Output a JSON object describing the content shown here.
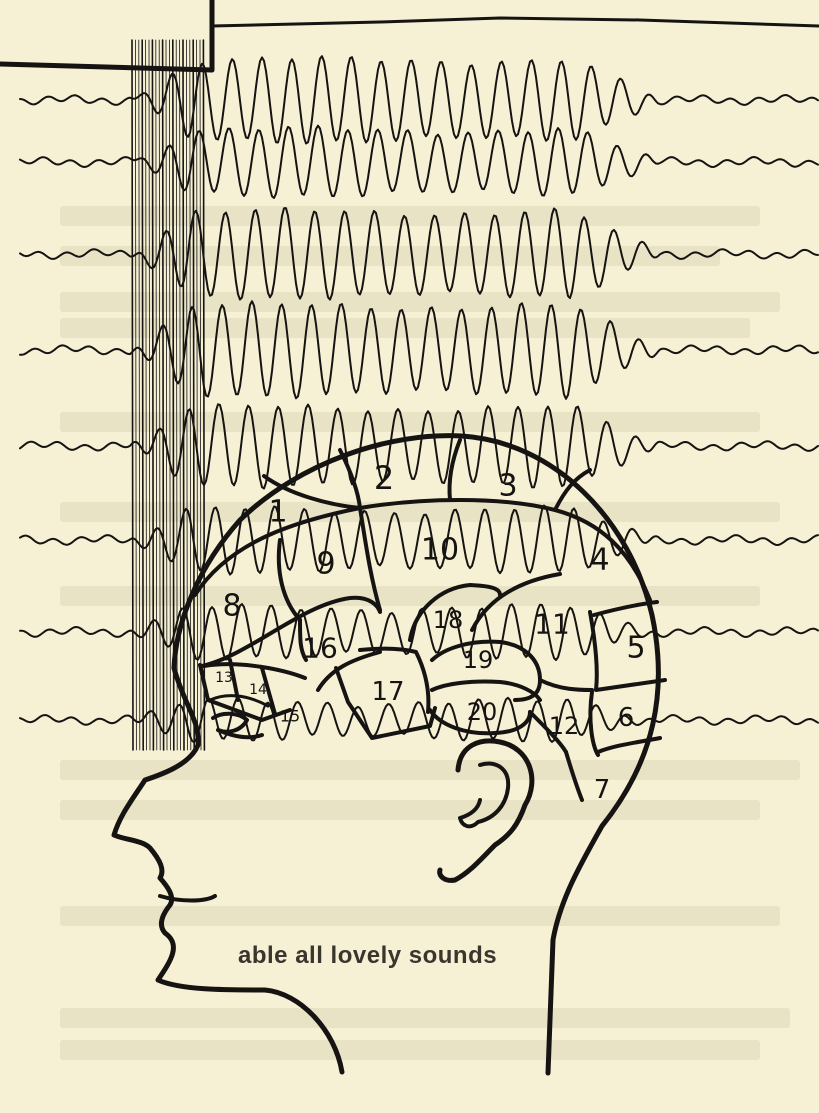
{
  "background_color": "#f6f0d4",
  "ink_color": "#161412",
  "bleed_through_text": "able all lovely sounds",
  "region_labels": [
    "1",
    "2",
    "3",
    "4",
    "5",
    "6",
    "7",
    "8",
    "9",
    "10",
    "11",
    "12",
    "13",
    "14",
    "15",
    "16",
    "17",
    "18",
    "19",
    "20"
  ]
}
